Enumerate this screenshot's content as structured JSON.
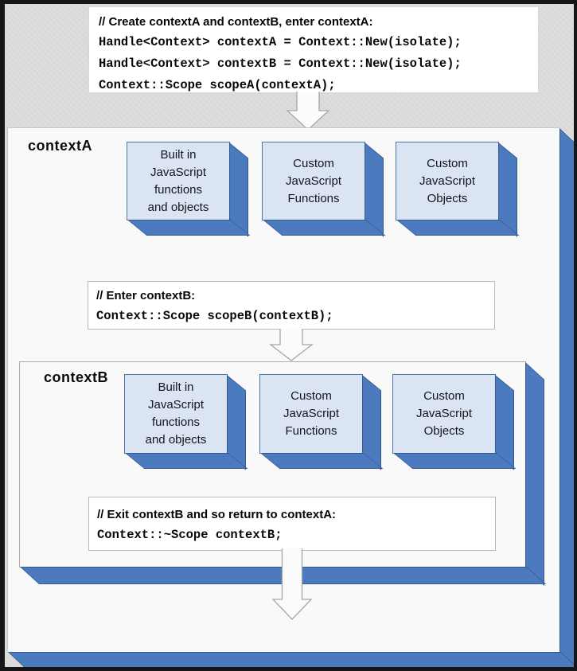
{
  "colors": {
    "accent_blue": "#4b7bbe",
    "box_fill": "#dbe4f2",
    "canvas_gray": "#dcdcdc",
    "frame_black": "#161616"
  },
  "icons": {
    "flow_arrow": "down-block-arrow"
  },
  "top_code": {
    "comment": "// Create contextA and contextB, enter contextA:",
    "lines": [
      "Handle<Context> contextA = Context::New(isolate);",
      "Handle<Context> contextB = Context::New(isolate);",
      "Context::Scope scopeA(contextA);"
    ]
  },
  "context_a": {
    "label": "contextA",
    "boxes": [
      {
        "lines": [
          "Built in",
          "JavaScript",
          "functions",
          "and objects"
        ]
      },
      {
        "lines": [
          "Custom",
          "JavaScript",
          "Functions"
        ]
      },
      {
        "lines": [
          "Custom",
          "JavaScript",
          "Objects"
        ]
      }
    ]
  },
  "enter_code": {
    "comment": "// Enter contextB:",
    "lines": [
      "Context::Scope scopeB(contextB);"
    ]
  },
  "context_b": {
    "label": "contextB",
    "boxes": [
      {
        "lines": [
          "Built in",
          "JavaScript",
          "functions",
          "and objects"
        ]
      },
      {
        "lines": [
          "Custom",
          "JavaScript",
          "Functions"
        ]
      },
      {
        "lines": [
          "Custom",
          "JavaScript",
          "Objects"
        ]
      }
    ]
  },
  "exit_code": {
    "comment": "// Exit contextB and so return to contextA:",
    "lines": [
      "Context::~Scope contextB;"
    ]
  }
}
